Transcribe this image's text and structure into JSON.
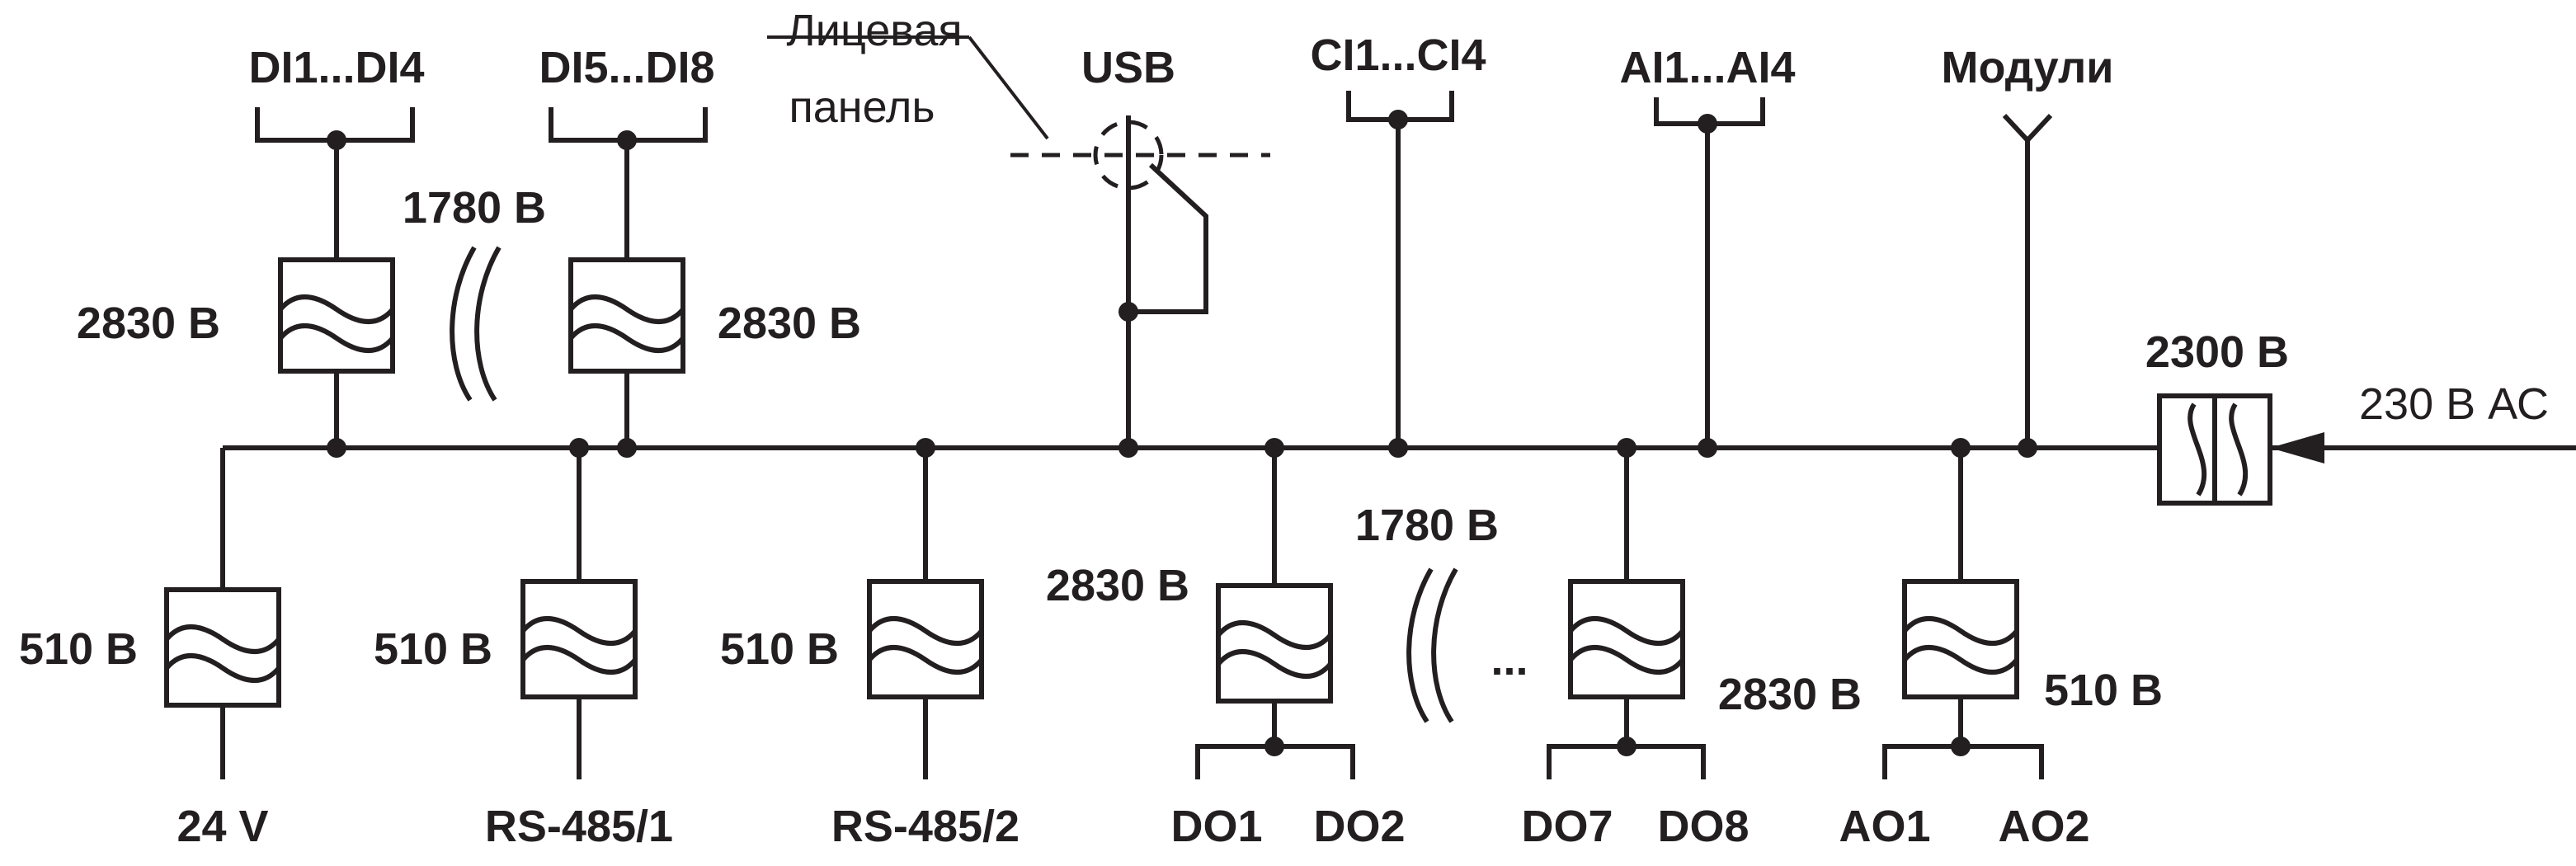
{
  "labels": {
    "di1_4": "DI1...DI4",
    "di5_8": "DI5...DI8",
    "front_panel_line1": "Лицевая",
    "front_panel_line2": "панель",
    "usb": "USB",
    "ci1_4": "CI1...CI4",
    "ai1_4": "AI1...AI4",
    "modules": "Модули",
    "v1780_top": "1780 В",
    "v2830_di_left": "2830 В",
    "v2830_di_right": "2830 В",
    "v2300": "2300 В",
    "ac_input": "230 В АС",
    "v510_24v": "510 В",
    "v510_rs1": "510 В",
    "v510_rs2": "510 В",
    "v2830_do_left": "2830 В",
    "v1780_bottom": "1780 В",
    "ellipsis": "...",
    "v2830_do_right": "2830 В",
    "v510_ao": "510 В",
    "out_24v": "24 V",
    "rs485_1": "RS-485/1",
    "rs485_2": "RS-485/2",
    "do1": "DO1",
    "do2": "DO2",
    "do7": "DO7",
    "do8": "DO8",
    "ao1": "AO1",
    "ao2": "AO2"
  },
  "colors": {
    "ink": "#231f20",
    "background": "#ffffff"
  }
}
